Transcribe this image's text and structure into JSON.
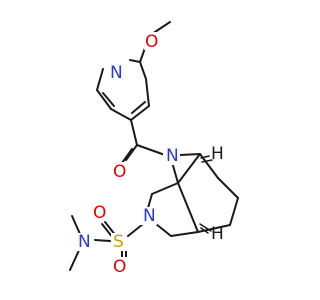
{
  "molecule": {
    "atoms": {
      "n_pyridine": {
        "label": "N",
        "color": "#2a38d8"
      },
      "o_methoxy": {
        "label": "O",
        "color": "#e60000"
      },
      "o_carbonyl": {
        "label": "O",
        "color": "#e60000"
      },
      "n_bridge": {
        "label": "N",
        "color": "#2a38d8"
      },
      "h_upper": {
        "label": "H",
        "color": "#1a1a1a"
      },
      "h_lower": {
        "label": "H",
        "color": "#1a1a1a"
      },
      "n_ring": {
        "label": "N",
        "color": "#2a38d8"
      },
      "s_sulfonyl": {
        "label": "S",
        "color": "#c8a000"
      },
      "o_sulfonyl_left": {
        "label": "O",
        "color": "#e60000"
      },
      "o_sulfonyl_down": {
        "label": "O",
        "color": "#e60000"
      },
      "n_dimethyl": {
        "label": "N",
        "color": "#2a38d8"
      }
    },
    "stereo_marks": {
      "upper": "&1",
      "lower": "&1"
    }
  }
}
